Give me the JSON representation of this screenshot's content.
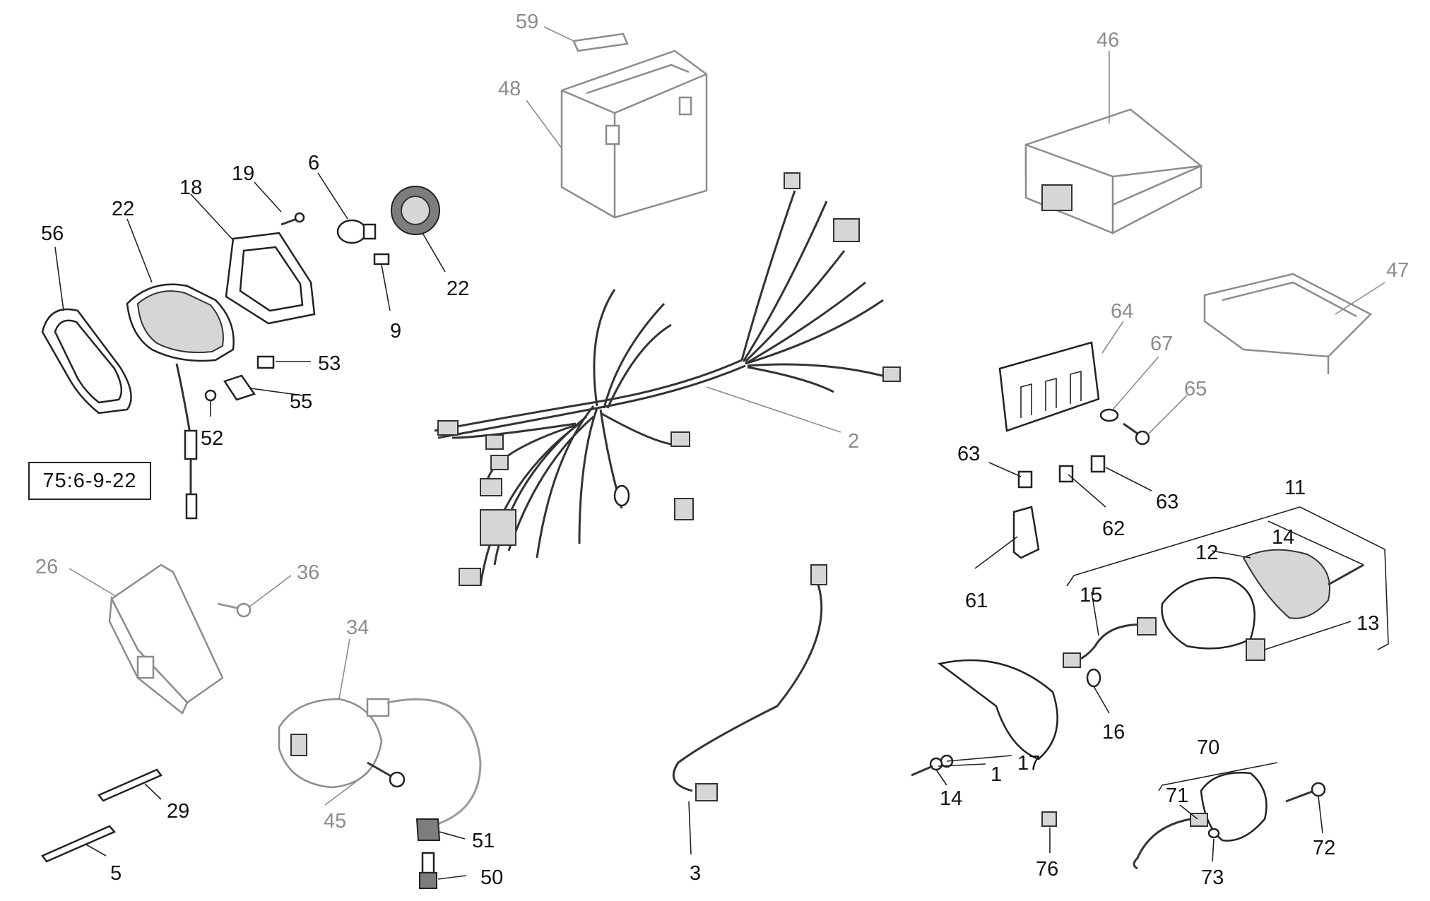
{
  "reference_code": "75:6-9-22",
  "labels": [
    {
      "id": "l59",
      "text": "59",
      "tone": "grey"
    },
    {
      "id": "l48",
      "text": "48",
      "tone": "grey"
    },
    {
      "id": "l46",
      "text": "46",
      "tone": "grey"
    },
    {
      "id": "l47",
      "text": "47",
      "tone": "grey"
    },
    {
      "id": "l64",
      "text": "64",
      "tone": "grey"
    },
    {
      "id": "l67",
      "text": "67",
      "tone": "grey"
    },
    {
      "id": "l65",
      "text": "65",
      "tone": "grey"
    },
    {
      "id": "l63a",
      "text": "63",
      "tone": "dark"
    },
    {
      "id": "l62",
      "text": "62",
      "tone": "dark"
    },
    {
      "id": "l63b",
      "text": "63",
      "tone": "dark"
    },
    {
      "id": "l61",
      "text": "61",
      "tone": "dark"
    },
    {
      "id": "l2",
      "text": "2",
      "tone": "grey"
    },
    {
      "id": "l19",
      "text": "19",
      "tone": "dark"
    },
    {
      "id": "l6",
      "text": "6",
      "tone": "dark"
    },
    {
      "id": "l18",
      "text": "18",
      "tone": "dark"
    },
    {
      "id": "l22a",
      "text": "22",
      "tone": "dark"
    },
    {
      "id": "l56",
      "text": "56",
      "tone": "dark"
    },
    {
      "id": "l22b",
      "text": "22",
      "tone": "dark"
    },
    {
      "id": "l9",
      "text": "9",
      "tone": "dark"
    },
    {
      "id": "l53",
      "text": "53",
      "tone": "dark"
    },
    {
      "id": "l55",
      "text": "55",
      "tone": "dark"
    },
    {
      "id": "l52",
      "text": "52",
      "tone": "dark"
    },
    {
      "id": "l26",
      "text": "26",
      "tone": "grey"
    },
    {
      "id": "l36",
      "text": "36",
      "tone": "grey"
    },
    {
      "id": "l34",
      "text": "34",
      "tone": "grey"
    },
    {
      "id": "l45",
      "text": "45",
      "tone": "grey"
    },
    {
      "id": "l29",
      "text": "29",
      "tone": "dark"
    },
    {
      "id": "l5",
      "text": "5",
      "tone": "dark"
    },
    {
      "id": "l51",
      "text": "51",
      "tone": "dark"
    },
    {
      "id": "l50",
      "text": "50",
      "tone": "dark"
    },
    {
      "id": "l3",
      "text": "3",
      "tone": "dark"
    },
    {
      "id": "l11",
      "text": "11",
      "tone": "dark"
    },
    {
      "id": "l14a",
      "text": "14",
      "tone": "dark"
    },
    {
      "id": "l12",
      "text": "12",
      "tone": "dark"
    },
    {
      "id": "l15",
      "text": "15",
      "tone": "dark"
    },
    {
      "id": "l13",
      "text": "13",
      "tone": "dark"
    },
    {
      "id": "l16",
      "text": "16",
      "tone": "dark"
    },
    {
      "id": "l17",
      "text": "17",
      "tone": "dark"
    },
    {
      "id": "l1",
      "text": "1",
      "tone": "dark"
    },
    {
      "id": "l14b",
      "text": "14",
      "tone": "dark"
    },
    {
      "id": "l70",
      "text": "70",
      "tone": "dark"
    },
    {
      "id": "l71",
      "text": "71",
      "tone": "dark"
    },
    {
      "id": "l72",
      "text": "72",
      "tone": "dark"
    },
    {
      "id": "l73",
      "text": "73",
      "tone": "dark"
    },
    {
      "id": "l76",
      "text": "76",
      "tone": "dark"
    }
  ]
}
